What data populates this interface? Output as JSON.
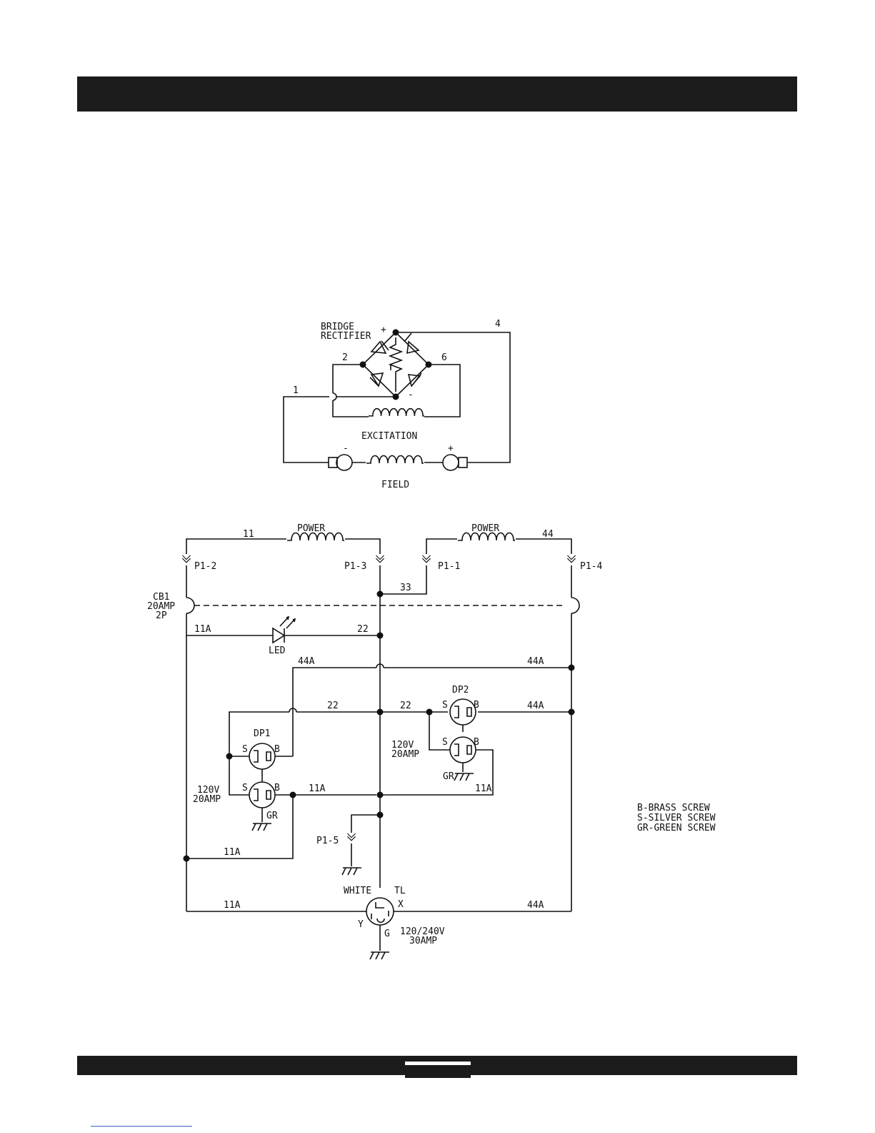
{
  "rectifier": {
    "title_line1": "BRIDGE",
    "title_line2": "RECTIFIER",
    "plus": "+",
    "minus": "-",
    "wire_4": "4",
    "wire_2": "2",
    "wire_6": "6",
    "wire_1": "1",
    "excitation": "EXCITATION",
    "field": "FIELD",
    "field_minus": "-",
    "field_plus": "+"
  },
  "power": {
    "power_left": "POWER",
    "power_right": "POWER",
    "wire_11": "11",
    "wire_44": "44",
    "wire_33": "33",
    "p1_2": "P1-2",
    "p1_3": "P1-3",
    "p1_1": "P1-1",
    "p1_4": "P1-4",
    "p1_5": "P1-5",
    "cb1_line1": "CB1",
    "cb1_line2": "20AMP",
    "cb1_line3": "2P",
    "led": "LED",
    "wire_11a": "11A",
    "wire_22": "22",
    "wire_44a": "44A",
    "dp1": "DP1",
    "dp2": "DP2",
    "s": "S",
    "b": "B",
    "gr": "GR",
    "rating_120_line1": "120V",
    "rating_120_line2": "20AMP",
    "white": "WHITE",
    "tl": "TL",
    "x": "X",
    "y": "Y",
    "g": "G",
    "rating_240_line1": "120/240V",
    "rating_240_line2": "30AMP"
  },
  "legend": {
    "line1": "B-BRASS SCREW",
    "line2": "S-SILVER SCREW",
    "line3": "GR-GREEN SCREW"
  }
}
